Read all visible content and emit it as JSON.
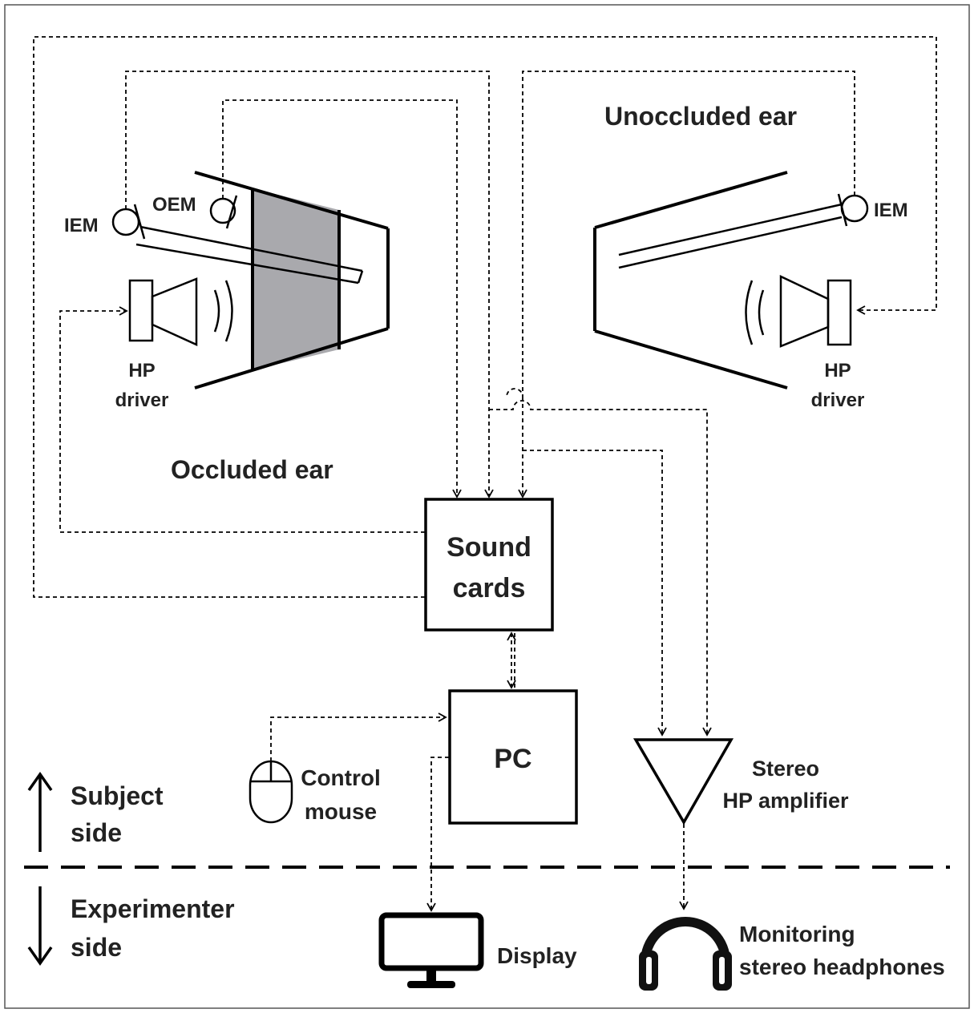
{
  "labels": {
    "occluded_ear": "Occluded ear",
    "unoccluded_ear": "Unoccluded ear",
    "iem_left": "IEM",
    "oem": "OEM",
    "iem_right": "IEM",
    "hp_driver_left": [
      "HP",
      "driver"
    ],
    "hp_driver_right": [
      "HP",
      "driver"
    ],
    "sound_cards": [
      "Sound",
      "cards"
    ],
    "pc": "PC",
    "control_mouse": [
      "Control",
      "mouse"
    ],
    "stereo_amp": [
      "Stereo",
      "HP amplifier"
    ],
    "subject_side": [
      "Subject",
      "side"
    ],
    "experimenter_side": [
      "Experimenter",
      "side"
    ],
    "display": "Display",
    "monitoring_headphones": [
      "Monitoring",
      "stereo headphones"
    ]
  },
  "colors": {
    "foam": "#a9a9ad",
    "ink": "#000000",
    "frame": "#555555"
  }
}
